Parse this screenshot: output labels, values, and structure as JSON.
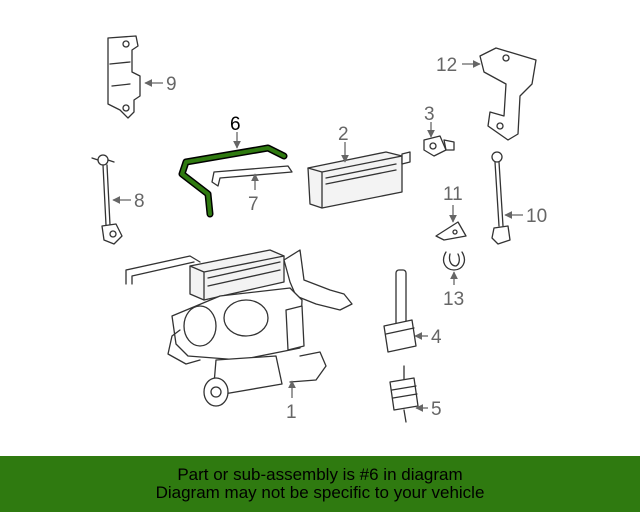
{
  "diagram": {
    "highlight_color": "#2f7a10",
    "highlighted_part": "6",
    "callouts": [
      "1",
      "2",
      "3",
      "4",
      "5",
      "6",
      "7",
      "8",
      "9",
      "10",
      "11",
      "12",
      "13"
    ]
  },
  "banner": {
    "line1": "Part or sub-assembly is #6 in diagram",
    "line2": "Diagram may not be specific to your vehicle",
    "background": "#2f7a10"
  }
}
